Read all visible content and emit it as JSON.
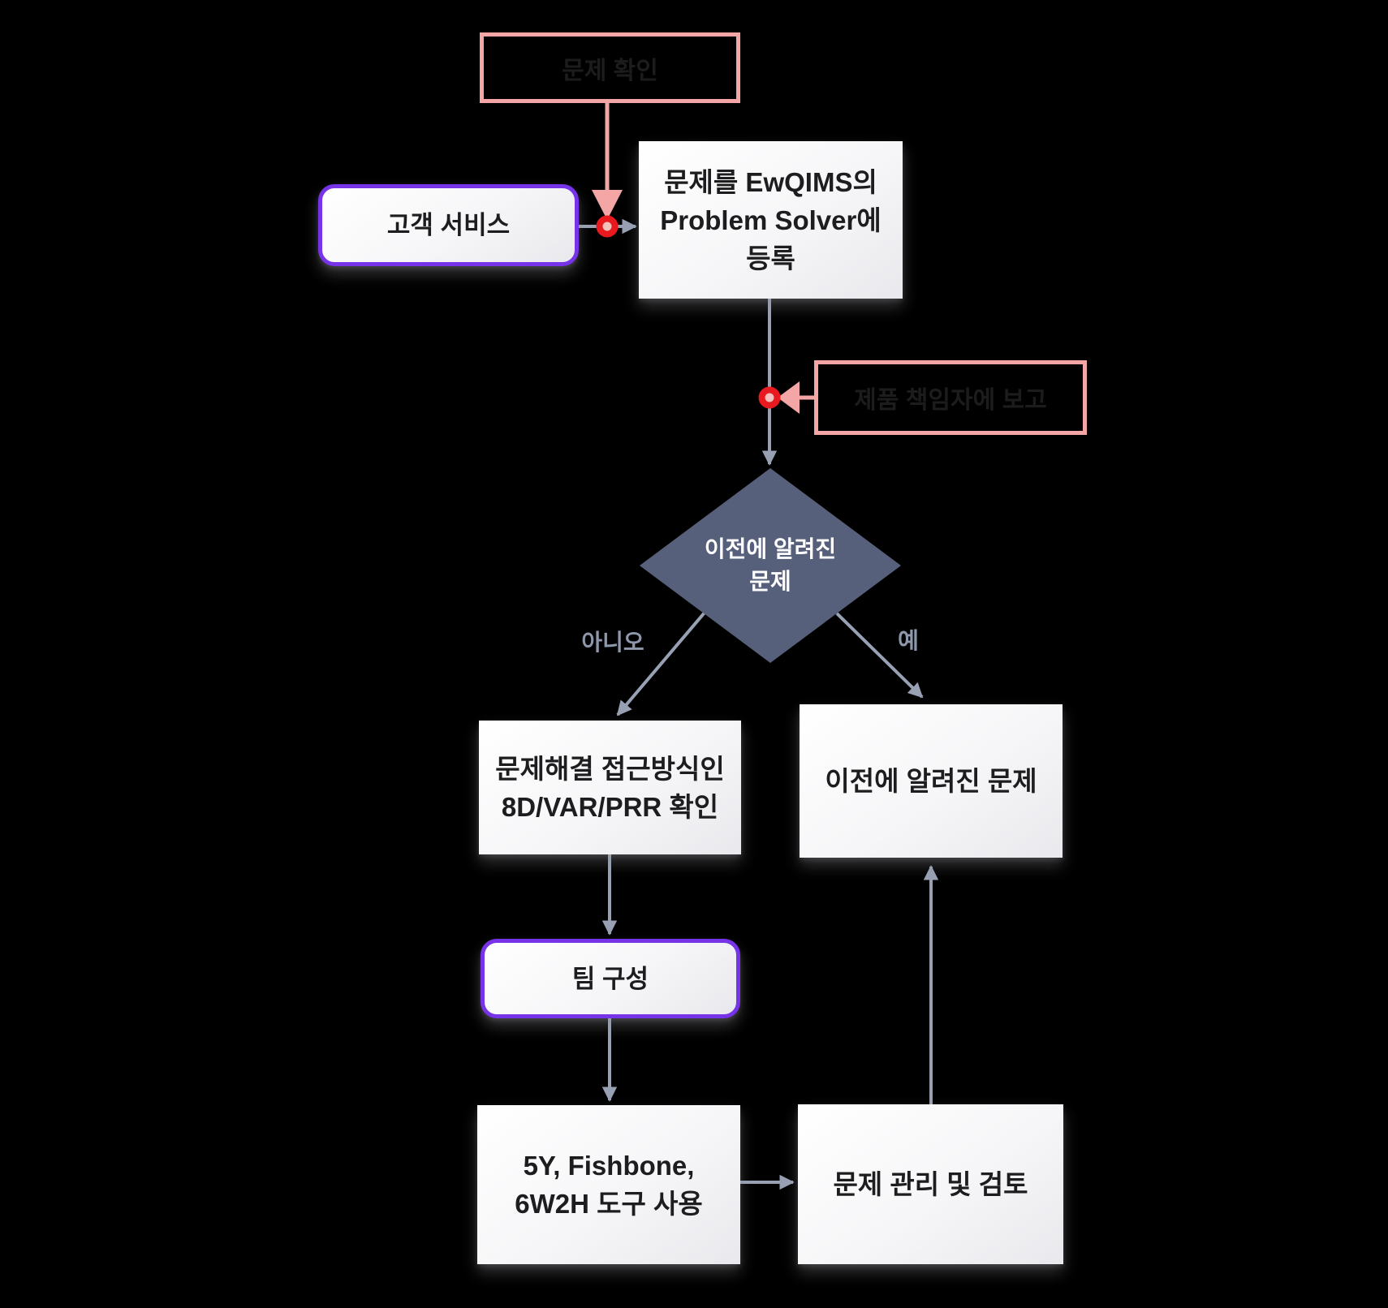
{
  "colors": {
    "bg": "#000000",
    "accent_pink": "#f4a6a6",
    "accent_purple": "#7733e8",
    "connector": "#98a1b4",
    "diamond_fill": "#57607a",
    "node_text": "#1d1d1f",
    "note_text": "#1c1c1c",
    "label_text": "#8e97ab",
    "dot_ring": "#e8191f",
    "dot_center": "#f4c0bc"
  },
  "nodes": {
    "note_problem_identify": {
      "label": "문제 확인"
    },
    "customer_service": {
      "label": "고객 서비스"
    },
    "register_problem": {
      "line1": "문제를 EwQIMS의",
      "line2": "Problem Solver에",
      "line3": "등록"
    },
    "note_report_owner": {
      "label": "제품 책임자에 보고"
    },
    "decision_known_problem": {
      "line1": "이전에 알려진",
      "line2": "문제"
    },
    "check_approach": {
      "line1": "문제해결 접근방식인",
      "line2": "8D/VAR/PRR 확인"
    },
    "known_problem": {
      "label": "이전에 알려진 문제"
    },
    "team_setup": {
      "label": "팀 구성"
    },
    "use_tools": {
      "line1": "5Y, Fishbone,",
      "line2": "6W2H 도구 사용"
    },
    "manage_review": {
      "label": "문제 관리 및 검토"
    }
  },
  "edges": {
    "no_label": "아니오",
    "yes_label": "예"
  }
}
